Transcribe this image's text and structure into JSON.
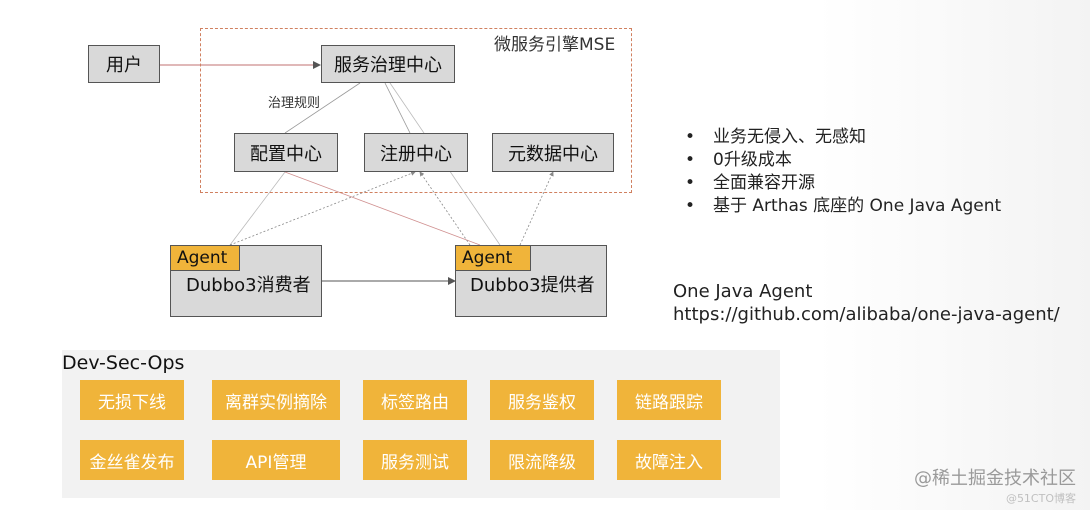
{
  "diagram": {
    "user": "用户",
    "mse_label": "微服务引擎MSE",
    "governance_center": "服务治理中心",
    "governance_rules": "治理规则",
    "config_center": "配置中心",
    "registry_center": "注册中心",
    "metadata_center": "元数据中心",
    "agent_label": "Agent",
    "consumer": "Dubbo3消费者",
    "provider": "Dubbo3提供者"
  },
  "features": [
    "业务无侵入、无感知",
    "0升级成本",
    "全面兼容开源",
    "基于 Arthas 底座的 One Java Agent"
  ],
  "one_java_agent": {
    "title": "One Java Agent",
    "url": "https://github.com/alibaba/one-java-agent/"
  },
  "devsecops": {
    "title": "Dev-Sec-Ops",
    "row1": [
      "无损下线",
      "离群实例摘除",
      "标签路由",
      "服务鉴权",
      "链路跟踪"
    ],
    "row2": [
      "金丝雀发布",
      "API管理",
      "服务测试",
      "限流降级",
      "故障注入"
    ]
  },
  "watermark": {
    "main": "@稀土掘金技术社区",
    "sub": "@51CTO博客"
  },
  "colors": {
    "agent": "#f0b43a",
    "tag": "#f0b43a",
    "box": "#d9d9d9",
    "mse_border": "#d08060"
  }
}
